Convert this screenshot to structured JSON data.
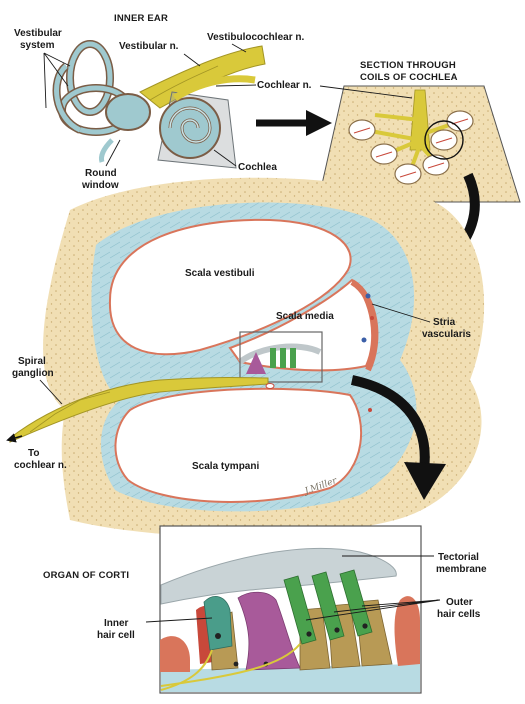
{
  "titles": {
    "inner_ear": "INNER EAR",
    "section_line1": "SECTION THROUGH",
    "section_line2": "COILS OF COCHLEA",
    "organ_of_corti": "ORGAN OF CORTI"
  },
  "labels": {
    "vestibular_system_1": "Vestibular",
    "vestibular_system_2": "system",
    "vestibular_n": "Vestibular n.",
    "vestibulocochlear_n": "Vestibulocochlear n.",
    "cochlear_n": "Cochlear n.",
    "round_window_1": "Round",
    "round_window_2": "window",
    "cochlea": "Cochlea",
    "scala_vestibuli": "Scala vestibuli",
    "scala_media": "Scala media",
    "stria_1": "Stria",
    "stria_2": "vascularis",
    "spiral_ganglion_1": "Spiral",
    "spiral_ganglion_2": "ganglion",
    "to_cochlear_1": "To",
    "to_cochlear_2": "cochlear n.",
    "scala_tympani": "Scala tympani",
    "tectorial_1": "Tectorial",
    "tectorial_2": "membrane",
    "outer_hair_1": "Outer",
    "outer_hair_2": "hair cells",
    "inner_hair_1": "Inner",
    "inner_hair_2": "hair cell"
  },
  "signature": "J.Miller",
  "colors": {
    "bone": "#f1dfb4",
    "membrane": "#b8dbe3",
    "nerve": "#d9c93a",
    "cell_lining": "#d9755b",
    "hair_cell_green": "#4aa14d",
    "support_cell": "#b89a55",
    "pillar_cell": "#a85a9a",
    "red_cell": "#c8483a",
    "arrow": "#111111"
  }
}
